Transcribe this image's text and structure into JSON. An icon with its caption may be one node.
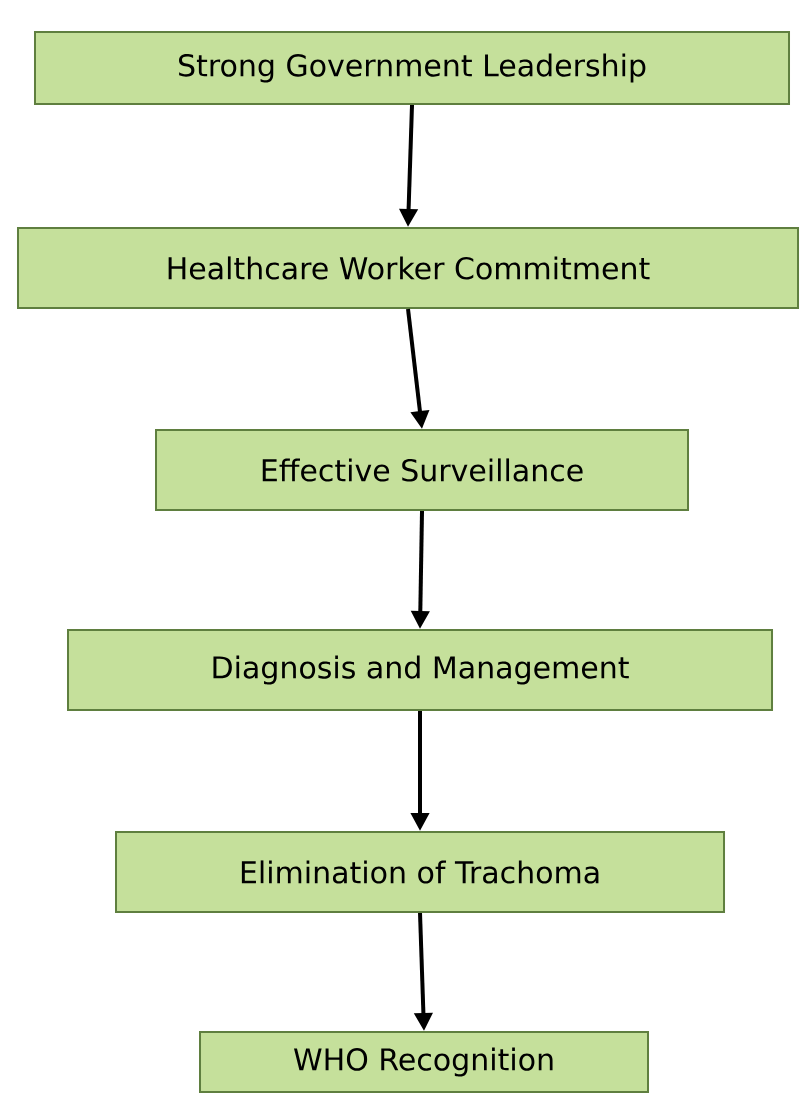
{
  "diagram": {
    "nodes": [
      {
        "text": [
          "Strong Government Leadership"
        ]
      },
      {
        "text": [
          "Healthcare Worker Commitment"
        ]
      },
      {
        "text": [
          "Effective Surveillance"
        ]
      },
      {
        "text": [
          "Diagnosis and Management"
        ]
      },
      {
        "text": [
          "Elimination of Trachoma"
        ]
      },
      {
        "text": [
          "WHO Recognition"
        ]
      }
    ],
    "edges": [
      {
        "from": 0,
        "to": 1,
        "arrow": "to"
      },
      {
        "from": 1,
        "to": 2,
        "arrow": "to"
      },
      {
        "from": 2,
        "to": 3,
        "arrow": "to"
      },
      {
        "from": 3,
        "to": 4,
        "arrow": "to"
      },
      {
        "from": 4,
        "to": 5,
        "arrow": "to"
      }
    ]
  }
}
